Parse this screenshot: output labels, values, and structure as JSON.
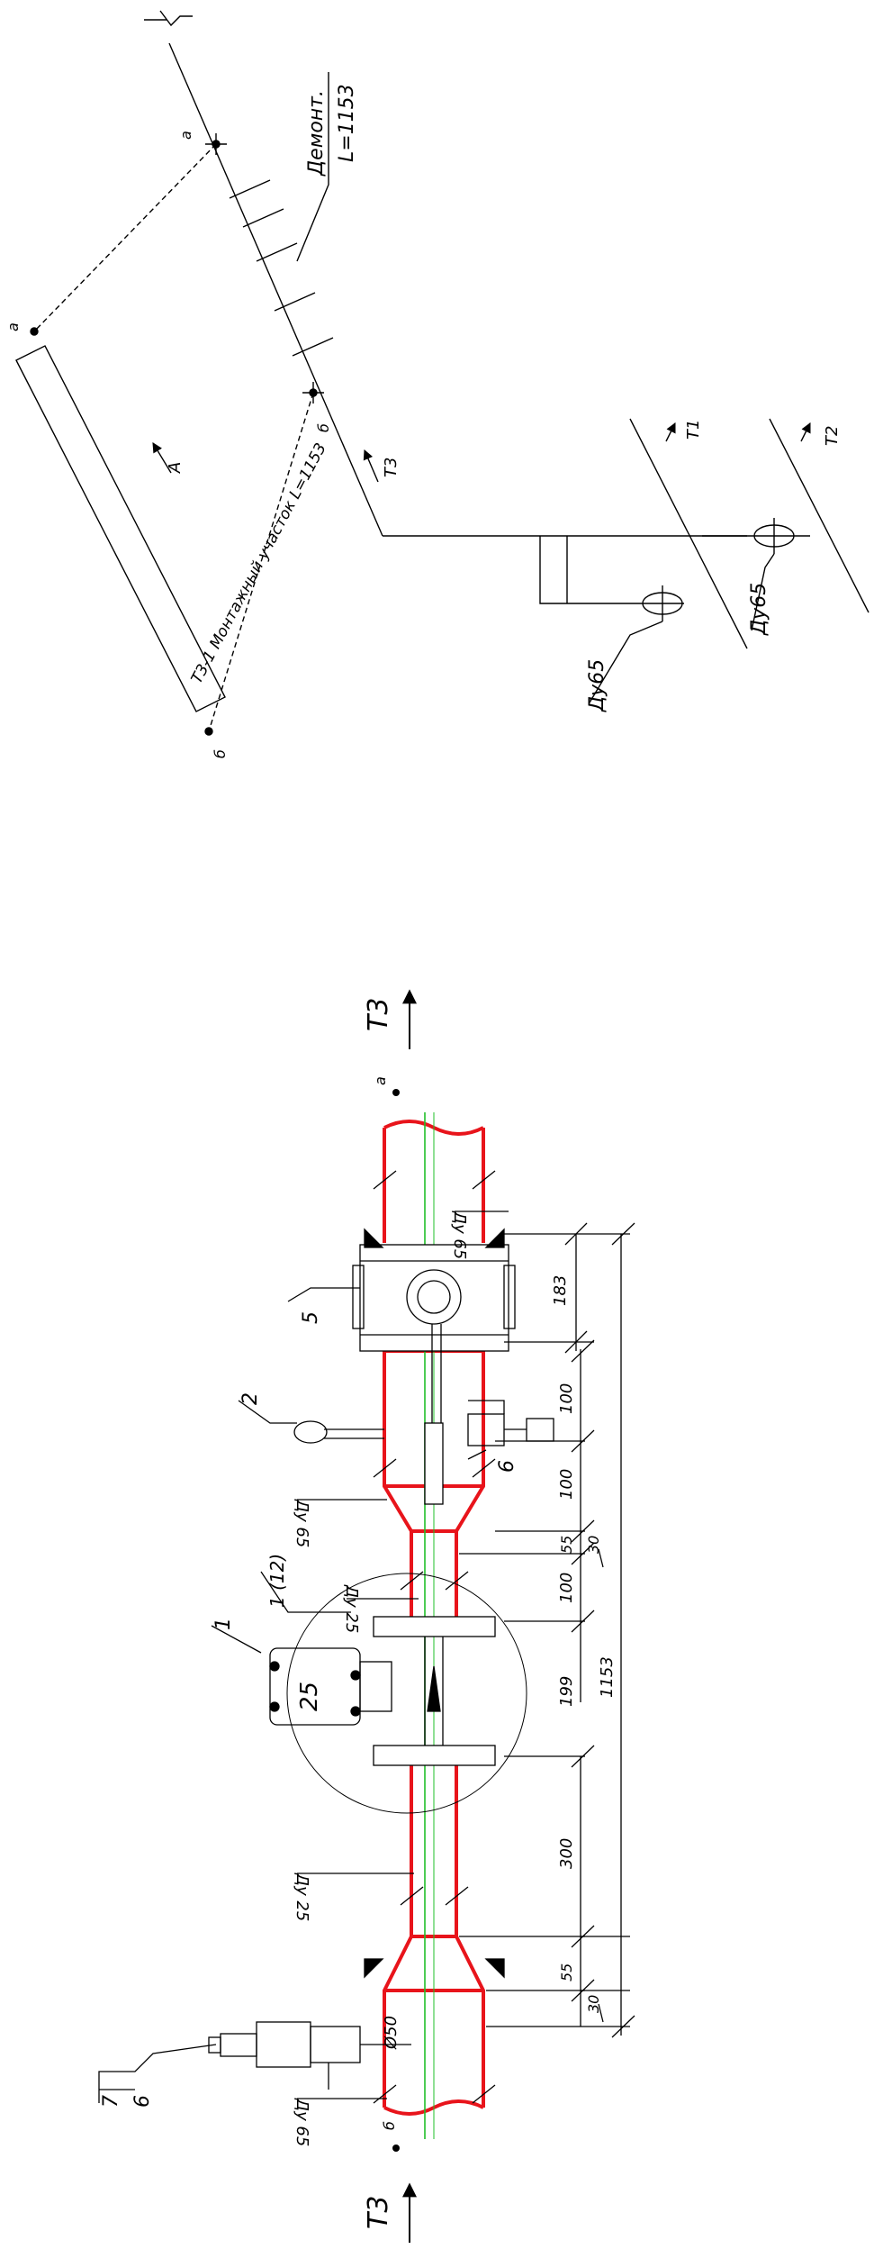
{
  "colors": {
    "ink": "#000000",
    "pipe": "#e8141b",
    "axis": "#22c02a"
  },
  "scheme": {
    "break_mark": "~",
    "demont_title": "Демонт.",
    "demont_length": "L=1153",
    "point_a": "а",
    "point_b": "б",
    "view_a": "А",
    "flow_t3": "Т3",
    "flow_t1": "Т1",
    "flow_t2": "Т2",
    "segment_label": "Т3-1 Монтажный участок  L=1153",
    "pipe_size_1": "Ду65",
    "pipe_size_2": "Ду65"
  },
  "assembly": {
    "flow_in": "Т3",
    "flow_out": "Т3",
    "point_a": "а",
    "point_b": "б",
    "size_right": "Ду 65",
    "size_mid_right": "Ду 65",
    "size_meter": "Ду 25",
    "size_mid_left": "Ду 25",
    "size_left": "Ду 65",
    "branch_size": "Ø50",
    "meter_caption": "25",
    "callout_5": "5",
    "callout_2": "2",
    "callout_6": "6",
    "callout_1": "1",
    "callout_1_12": "1 (12)",
    "callout_7": "7",
    "callout_7_sub": "6",
    "dims": {
      "d183": "183",
      "d100a": "100",
      "d100b": "100",
      "d55a": "55",
      "d30a": "30",
      "d100c": "100",
      "d199": "199",
      "d1153": "1153",
      "d300": "300",
      "d55b": "55",
      "d30b": "30"
    }
  }
}
